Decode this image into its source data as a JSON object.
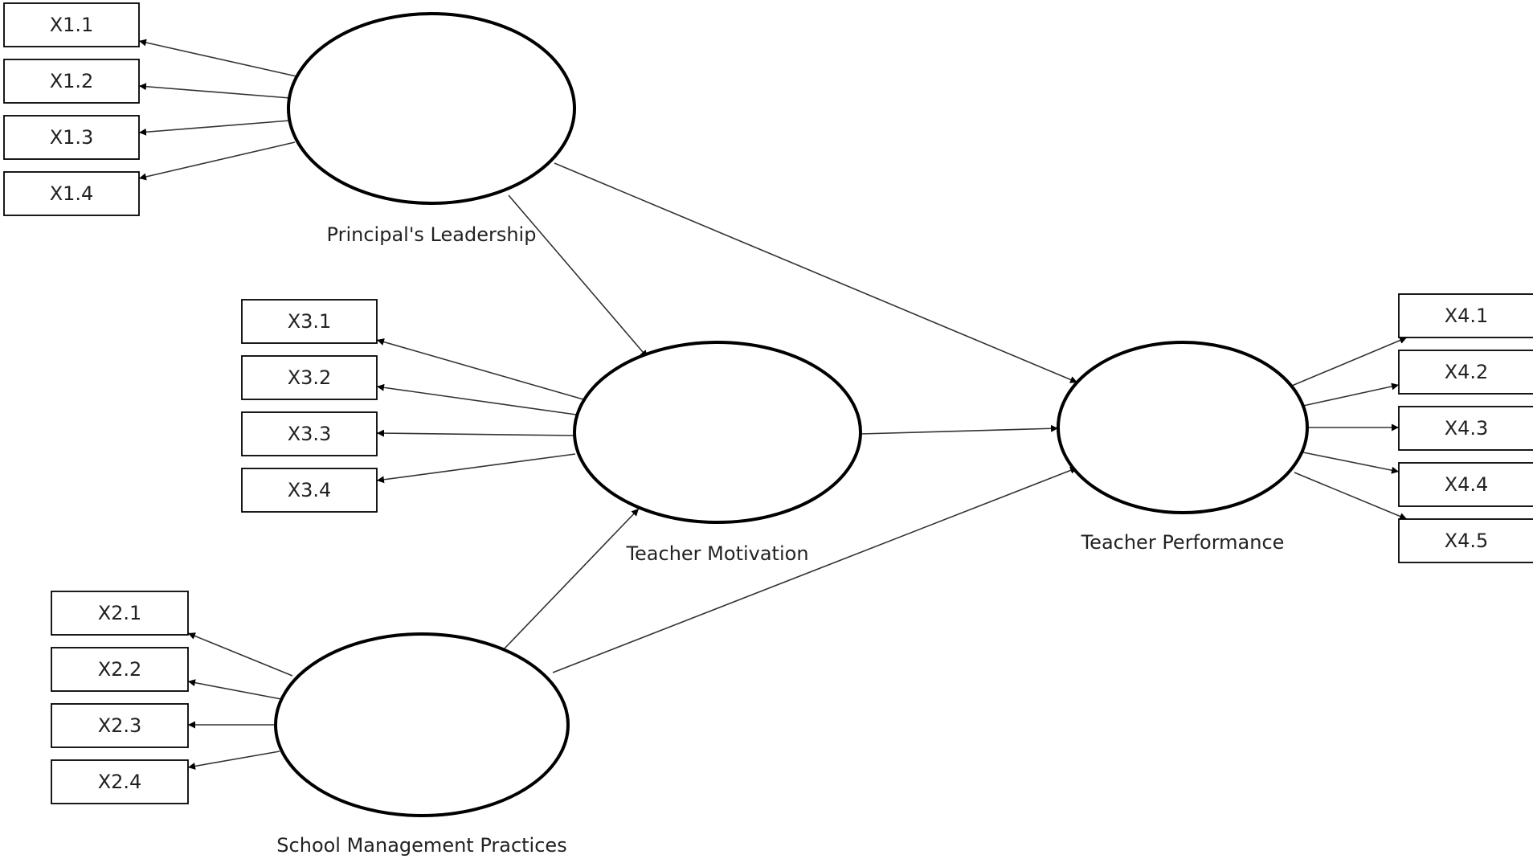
{
  "constructs": {
    "principal": "Principal's Leadership",
    "motivation": "Teacher Motivation",
    "smp": "School Management Practices",
    "performance": "Teacher Performance"
  },
  "indicators": {
    "principal": [
      "X1.1",
      "X1.2",
      "X1.3",
      "X1.4"
    ],
    "smp": [
      "X2.1",
      "X2.2",
      "X2.3",
      "X2.4"
    ],
    "motivation": [
      "X3.1",
      "X3.2",
      "X3.3",
      "X3.4"
    ],
    "performance": [
      "X4.1",
      "X4.2",
      "X4.3",
      "X4.4",
      "X4.5"
    ]
  },
  "structural_paths": [
    {
      "from": "principal",
      "to": "motivation"
    },
    {
      "from": "principal",
      "to": "performance"
    },
    {
      "from": "smp",
      "to": "motivation"
    },
    {
      "from": "smp",
      "to": "performance"
    },
    {
      "from": "motivation",
      "to": "performance"
    }
  ]
}
